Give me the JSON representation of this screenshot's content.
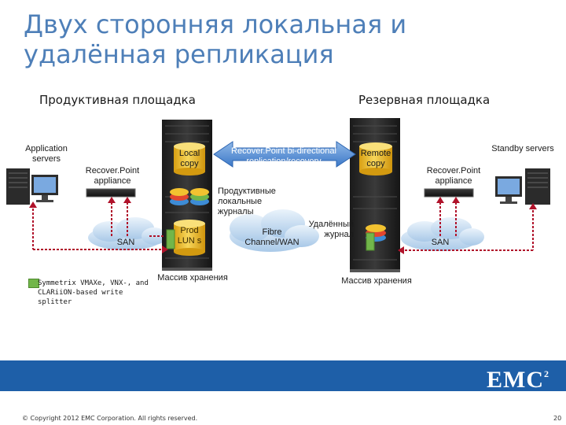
{
  "title": {
    "line1": "Двух сторонняя локальная и",
    "line2": "удалённая репликация"
  },
  "sites": {
    "production": "Продуктивная площадка",
    "backup": "Резервная площадка"
  },
  "labels": {
    "application_servers": "Application servers",
    "standby_servers": "Standby servers",
    "rp_appliance_left": "Recover.Point appliance",
    "rp_appliance_right": "Recover.Point appliance",
    "local_copy": "Local copy",
    "remote_copy": "Remote copy",
    "rp_bidirectional": "Recover.Point bi-directional replication/recovery",
    "prod_journals": "Продуктивные локальные журналы",
    "remote_journal": "Удалённый журнал",
    "prod_lun": "Prod LUN s",
    "san_left": "SAN",
    "san_right": "SAN",
    "fibre_channel": "Fibre Channel/WAN",
    "storage_left": "Массив хранения",
    "storage_right": "Массив хранения"
  },
  "legend": {
    "text": "Symmetrix VMAXe, VNX-, and CLARiiON-based write splitter",
    "color": "#72b64a"
  },
  "footer": {
    "copyright": "© Copyright 2012 EMC Corporation. All rights reserved.",
    "page_number": "20",
    "logo": "EMC",
    "logo_sup": "2"
  },
  "colors": {
    "title": "#4e7fb8",
    "footer_band": "#1e5fa8",
    "arrow_red": "#b0122a",
    "cylinder_yellow": "#f2c230",
    "rack_dark": "#2a2a2a"
  }
}
